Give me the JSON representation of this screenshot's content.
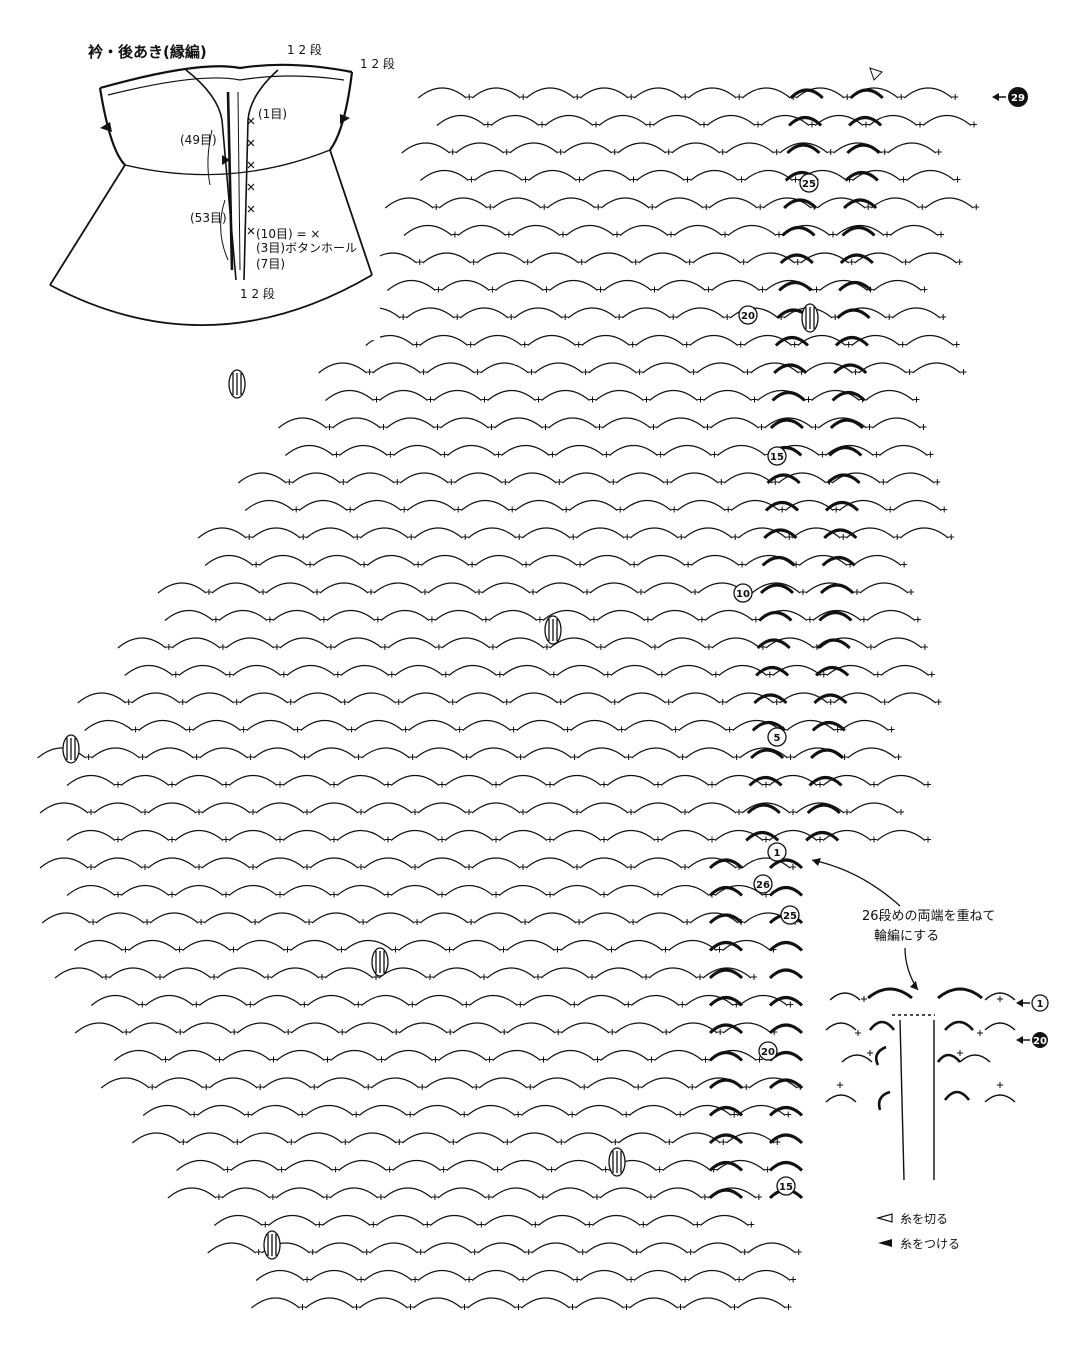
{
  "schematic": {
    "title": "衿・後あき(縁編)",
    "labels": [
      {
        "key": "row12_top",
        "text": "1 2 段"
      },
      {
        "key": "row12_right",
        "text": "1 2 段"
      },
      {
        "key": "st1",
        "text": "(1目)"
      },
      {
        "key": "st49",
        "text": "(49目)"
      },
      {
        "key": "st53",
        "text": "(53目)"
      },
      {
        "key": "st10",
        "text": "(10目) = ×"
      },
      {
        "key": "st3",
        "text": "(3目)ボタンホール"
      },
      {
        "key": "st7",
        "text": "(7目)"
      },
      {
        "key": "row12_bottom",
        "text": "1 2 段"
      }
    ]
  },
  "row_markers": [
    {
      "key": "r29_top",
      "text": "29"
    },
    {
      "key": "r25_top",
      "text": "25"
    },
    {
      "key": "r20_top",
      "text": "20"
    },
    {
      "key": "r15_top",
      "text": "15"
    },
    {
      "key": "r10_top",
      "text": "10"
    },
    {
      "key": "r5_top",
      "text": "5"
    },
    {
      "key": "r1_top",
      "text": "1"
    },
    {
      "key": "r26_bot",
      "text": "26"
    },
    {
      "key": "r25_bot",
      "text": "25"
    },
    {
      "key": "r20_bot",
      "text": "20"
    },
    {
      "key": "r15_bot",
      "text": "15"
    },
    {
      "key": "r1_detail",
      "text": "1"
    },
    {
      "key": "r20_detail",
      "text": "20"
    }
  ],
  "note": {
    "line1": "26段めの両端を重ねて",
    "line2": "輪編にする"
  },
  "legend": [
    {
      "key": "cut",
      "text": "糸を切る"
    },
    {
      "key": "join",
      "text": "糸をつける"
    }
  ],
  "colors": {
    "ink": "#111111",
    "paper": "#ffffff"
  }
}
